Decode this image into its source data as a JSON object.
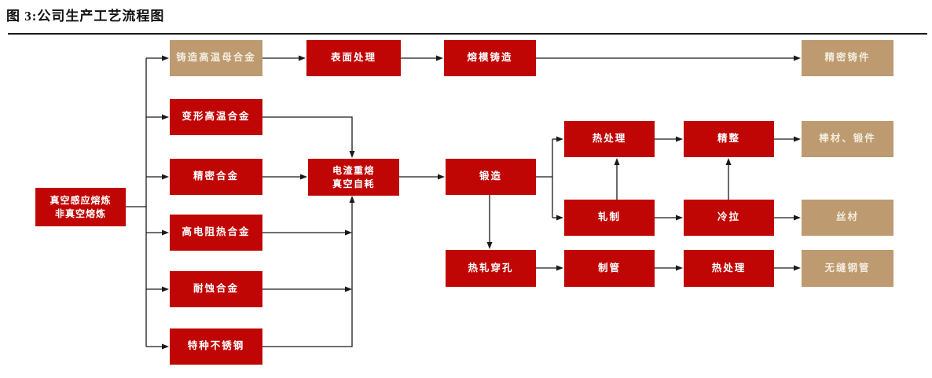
{
  "title": "图 3:公司生产工艺流程图",
  "colors": {
    "red": "#c00505",
    "tan": "#bd9a6f",
    "tanText": "#f4ecdf",
    "line": "#1a1a1a"
  },
  "nodes": [
    {
      "label": "真空感应熔炼",
      "line2": "非真空熔炼",
      "type": "process"
    },
    {
      "label": "铸造高温母合金",
      "type": "output"
    },
    {
      "label": "表面处理",
      "type": "process"
    },
    {
      "label": "熔模铸造",
      "type": "process"
    },
    {
      "label": "精密铸件",
      "type": "output"
    },
    {
      "label": "变形高温合金",
      "type": "process"
    },
    {
      "label": "精密合金",
      "type": "process"
    },
    {
      "label": "电渣重熔",
      "line2": "真空自耗",
      "type": "process"
    },
    {
      "label": "锻造",
      "type": "process"
    },
    {
      "label": "高电阻热合金",
      "type": "process"
    },
    {
      "label": "耐蚀合金",
      "type": "process"
    },
    {
      "label": "特种不锈钢",
      "type": "process"
    },
    {
      "label": "热处理",
      "type": "process"
    },
    {
      "label": "精整",
      "type": "process"
    },
    {
      "label": "棒材、锻件",
      "type": "output"
    },
    {
      "label": "轧制",
      "type": "process"
    },
    {
      "label": "冷拉",
      "type": "process"
    },
    {
      "label": "丝材",
      "type": "output"
    },
    {
      "label": "热轧穿孔",
      "type": "process"
    },
    {
      "label": "制管",
      "type": "process"
    },
    {
      "label": "热处理",
      "type": "process"
    },
    {
      "label": "无缝钢管",
      "type": "output"
    }
  ]
}
